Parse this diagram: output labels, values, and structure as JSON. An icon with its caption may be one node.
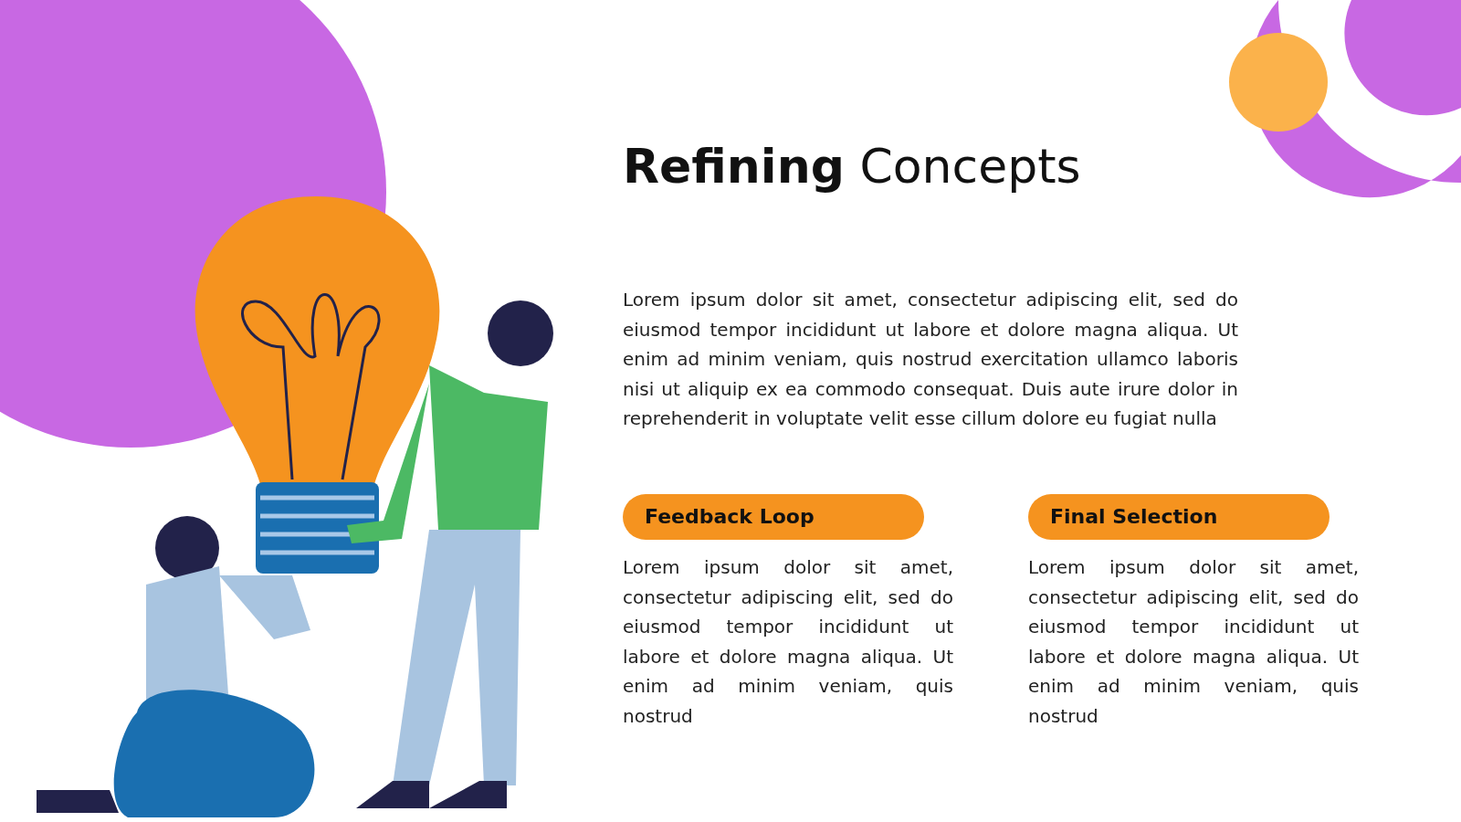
{
  "diagram": {
    "title": "**Refining** Concepts",
    "nodes": [
      {
        "text": [
          "Feedback Loop"
        ],
        "beside": [
          "Lorem ipsum dolor sit amet, consectetur adipiscing elit, sed do eiusmod tempor incididunt ut labore et dolore magna aliqua. Ut enim ad minim veniam, quis nostrud"
        ]
      },
      {
        "text": [
          "Final Selection"
        ],
        "beside": [
          "Lorem ipsum dolor sit amet, consectetur adipiscing elit, sed do eiusmod tempor incididunt ut labore et dolore magna aliqua. Ut enim ad minim veniam, quis nostrud"
        ]
      }
    ],
    "edges": [],
    "labels": [
      "Lorem ipsum dolor sit amet, consectetur adipiscing elit, sed do eiusmod tempor incididunt ut labore et dolore magna aliqua. Ut enim ad minim veniam, quis nostrud exercitation ullamco laboris nisi ut aliquip ex ea commodo consequat. Duis aute irure dolor in reprehenderit in voluptate velit esse cillum dolore eu fugiat nulla"
    ]
  }
}
